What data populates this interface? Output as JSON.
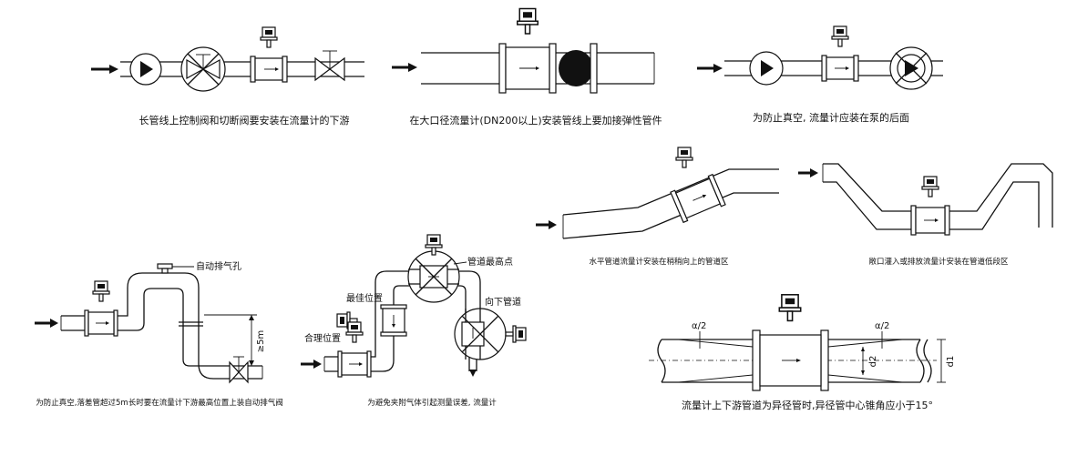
{
  "captions": {
    "d1": "长管线上控制阀和切断阀要安装在流量计的下游",
    "d2": "在大口径流量计(DN200以上)安装管线上要加接弹性管件",
    "d3": "为防止真空, 流量计应装在泵的后面",
    "d4": "水平管道流量计安装在稍稍向上的管道区",
    "d5": "敞口灌入或排放流量计安装在管道低段区",
    "d6": "为防止真空,落差管超过5m长时要在流量计下游最高位置上装自动排气阀",
    "d7": "为避免夹附气体引起测量误差, 流量计",
    "d8": "流量计上下游管道为异径管时,异径管中心锥角应小于15°"
  },
  "labels": {
    "auto_vent": "自动排气孔",
    "height": "≥5m",
    "pipe_top": "管道最高点",
    "best_pos": "最佳位置",
    "down_pipe": "向下管道",
    "ok_pos": "合理位置",
    "half_angle_left": "α/2",
    "half_angle_right": "α/2",
    "d2_label": "d2",
    "d1_label": "d1"
  },
  "icons": [
    "flow-arrow-icon",
    "pump-icon",
    "valve-icon",
    "cross-mark-icon",
    "flowmeter-icon",
    "elastic-coupling-icon"
  ]
}
